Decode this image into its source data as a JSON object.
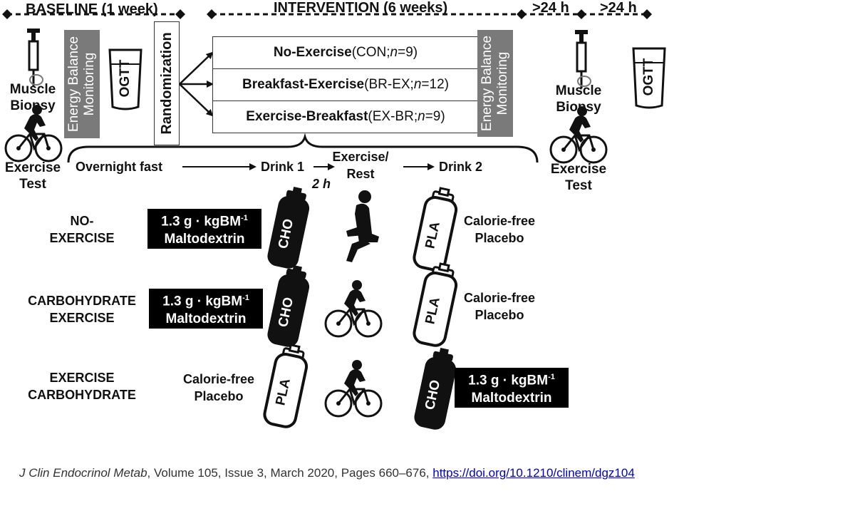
{
  "timeline": {
    "baseline": "BASELINE (1 week)",
    "intervention": "INTERVENTION (6 weeks)",
    "post1": ">24 h",
    "post2": ">24 h"
  },
  "baseline_section": {
    "muscle_biopsy": [
      "Muscle",
      "Biopsy"
    ],
    "exercise_test": [
      "Exercise",
      "Test"
    ],
    "energy_balance": [
      "Energy Balance",
      "Monitoring"
    ],
    "ogtt": "OGTT",
    "randomization": "Randomization"
  },
  "groups": [
    {
      "bold": "No-Exercise",
      "rest": " (CON; ",
      "n_label": "n",
      "n_value": "=9)"
    },
    {
      "bold": "Breakfast-Exercise",
      "rest": " (BR-EX; ",
      "n_label": "n",
      "n_value": "=12)"
    },
    {
      "bold": "Exercise-Breakfast",
      "rest": " (EX-BR; ",
      "n_label": "n",
      "n_value": "=9)"
    }
  ],
  "post_section": {
    "energy_balance": [
      "Energy Balance",
      "Monitoring"
    ],
    "muscle_biopsy": [
      "Muscle",
      "Biopsy"
    ],
    "exercise_test": [
      "Exercise",
      "Test"
    ],
    "ogtt": "OGTT"
  },
  "protocol": {
    "overnight_fast": "Overnight fast",
    "drink1": "Drink 1",
    "interval": "2 h",
    "exercise_rest": [
      "Exercise/",
      "Rest"
    ],
    "drink2": "Drink 2"
  },
  "conditions": [
    {
      "label": [
        "NO-",
        "EXERCISE"
      ],
      "drink1": "CHO",
      "activity": "rest",
      "drink2": "PLA"
    },
    {
      "label": [
        "CARBOHYDRATE",
        "EXERCISE"
      ],
      "drink1": "CHO",
      "activity": "cycle",
      "drink2": "PLA"
    },
    {
      "label": [
        "EXERCISE",
        "CARBOHYDRATE"
      ],
      "drink1": "PLA",
      "activity": "cycle",
      "drink2": "CHO"
    }
  ],
  "maltodextrin": {
    "line1_main": "1.3 g · kgBM",
    "line1_sup": "-1",
    "line2": "Maltodextrin"
  },
  "placebo": [
    "Calorie-free",
    "Placebo"
  ],
  "bottle_labels": {
    "cho": "CHO",
    "pla": "PLA"
  },
  "citation": {
    "journal": "J Clin Endocrinol Metab",
    "details": ", Volume 105, Issue 3, March 2020, Pages 660–676, ",
    "link": "https://doi.org/10.1210/clinem/dgz104"
  }
}
